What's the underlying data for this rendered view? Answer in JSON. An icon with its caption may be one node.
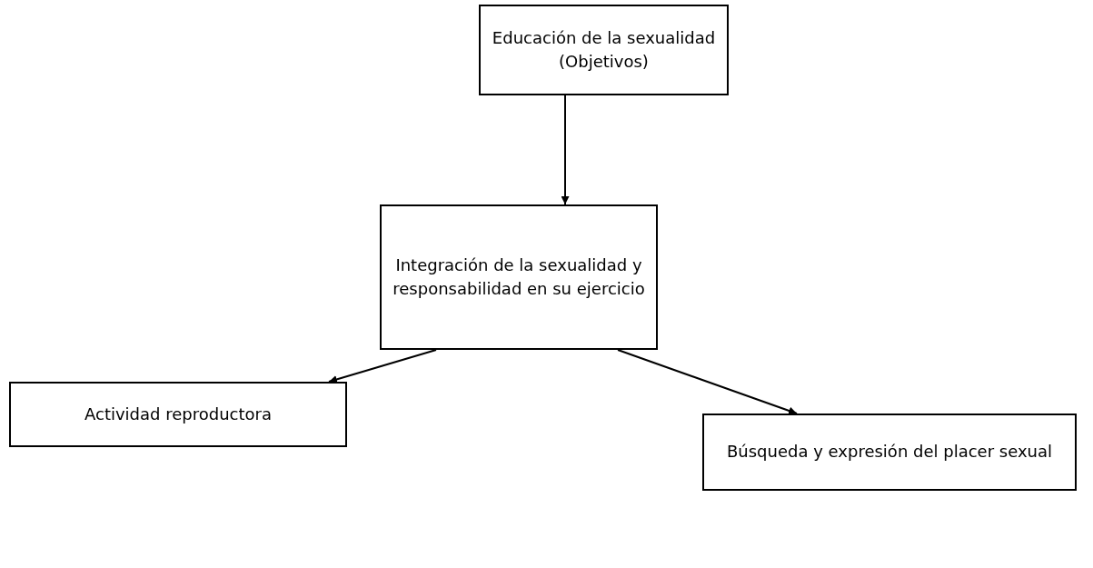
{
  "diagram": {
    "nodes": [
      {
        "text": [
          "Educación de la sexualidad (Objetivos)"
        ]
      },
      {
        "text": [
          "Integración de la sexualidad y responsabilidad en su ejercicio"
        ]
      },
      {
        "text": [
          "Actividad reproductora"
        ]
      },
      {
        "text": [
          "Búsqueda y expresión del placer sexual"
        ]
      }
    ],
    "edges": [
      {
        "from": 0,
        "to": 1,
        "arrow": "to"
      },
      {
        "from": 1,
        "to": 2,
        "arrow": "to"
      },
      {
        "from": 1,
        "to": 3,
        "arrow": "to"
      }
    ]
  }
}
